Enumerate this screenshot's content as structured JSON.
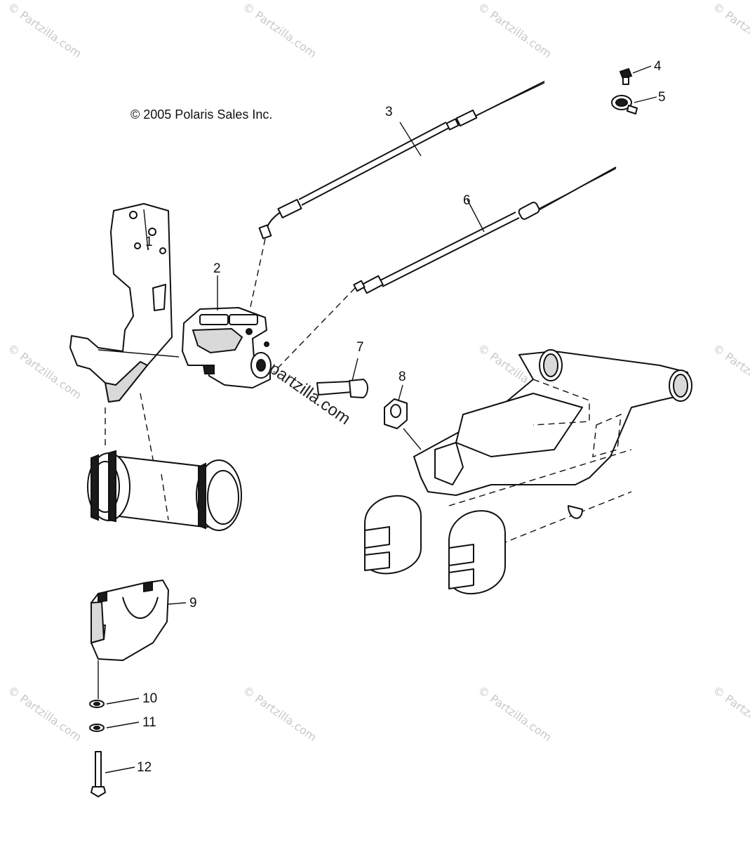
{
  "diagram": {
    "copyright": "© 2005 Polaris Sales Inc.",
    "watermark_text": "© Partzilla.com",
    "center_watermark": "partzilla.com",
    "callouts": [
      {
        "id": "1",
        "label": "1"
      },
      {
        "id": "2",
        "label": "2"
      },
      {
        "id": "3",
        "label": "3"
      },
      {
        "id": "4",
        "label": "4"
      },
      {
        "id": "5",
        "label": "5"
      },
      {
        "id": "6",
        "label": "6"
      },
      {
        "id": "7",
        "label": "7"
      },
      {
        "id": "8",
        "label": "8"
      },
      {
        "id": "9",
        "label": "9"
      },
      {
        "id": "10",
        "label": "10"
      },
      {
        "id": "11",
        "label": "11"
      },
      {
        "id": "12",
        "label": "12"
      }
    ],
    "colors": {
      "line": "#111111",
      "background": "#ffffff",
      "watermark": "#c9c9c9"
    }
  }
}
